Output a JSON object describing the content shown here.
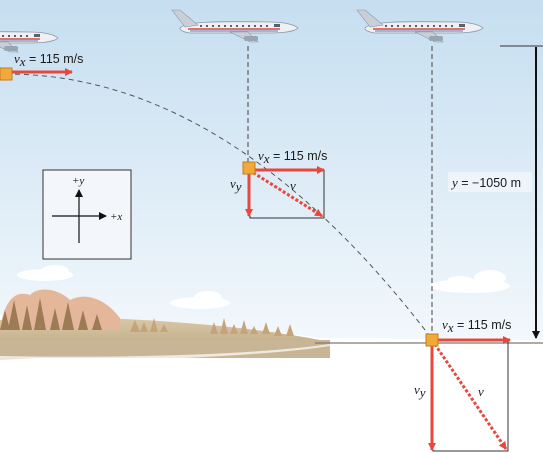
{
  "labels": {
    "vx_symbol": "v",
    "vx_sub": "x",
    "vx_value": " = 115 m/s",
    "vy_symbol": "v",
    "vy_sub": "y",
    "v_symbol": "v",
    "y_symbol": "y",
    "y_value": " = −1050 m",
    "axis_y": "+y",
    "axis_x": "+x"
  },
  "colors": {
    "sky_top": "#c5def0",
    "sky_bottom": "#f3f8fc",
    "ground": "#c8b596",
    "vector": "#e8473d",
    "package": "#f2a93b",
    "trajectory": "#555555"
  }
}
